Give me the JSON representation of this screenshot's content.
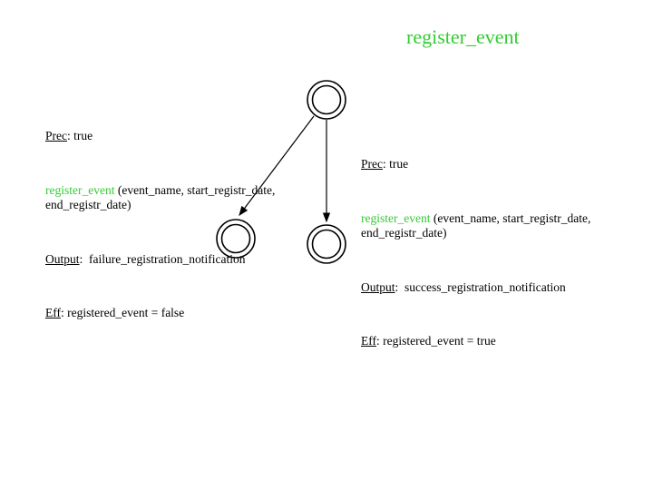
{
  "title": "register_event",
  "colors": {
    "accent_green": "#33cc33",
    "text": "#000000",
    "background": "#ffffff",
    "diagram_stroke": "#000000"
  },
  "diagram": {
    "states": [
      {
        "id": "initial-state",
        "shape": "double-circle"
      },
      {
        "id": "failure-state",
        "shape": "double-circle"
      },
      {
        "id": "success-state",
        "shape": "double-circle"
      }
    ],
    "transitions": [
      {
        "from": "initial-state",
        "to": "failure-state"
      },
      {
        "from": "initial-state",
        "to": "success-state"
      }
    ]
  },
  "left_annotation": {
    "prec_label": "Prec",
    "prec_text": ": true",
    "action_name": "register_event",
    "action_args": " (event_name, start_registr_date,\nend_registr_date)",
    "output_label": "Output",
    "output_text": ":  failure_registration_notification",
    "eff_label": "Eff",
    "eff_text": ": registered_event = false"
  },
  "right_annotation": {
    "prec_label": "Prec",
    "prec_text": ": true",
    "action_name": "register_event",
    "action_args": " (event_name, start_registr_date,\nend_registr_date)",
    "output_label": "Output",
    "output_text": ":  success_registration_notification",
    "eff_label": "Eff",
    "eff_text": ": registered_event = true"
  }
}
